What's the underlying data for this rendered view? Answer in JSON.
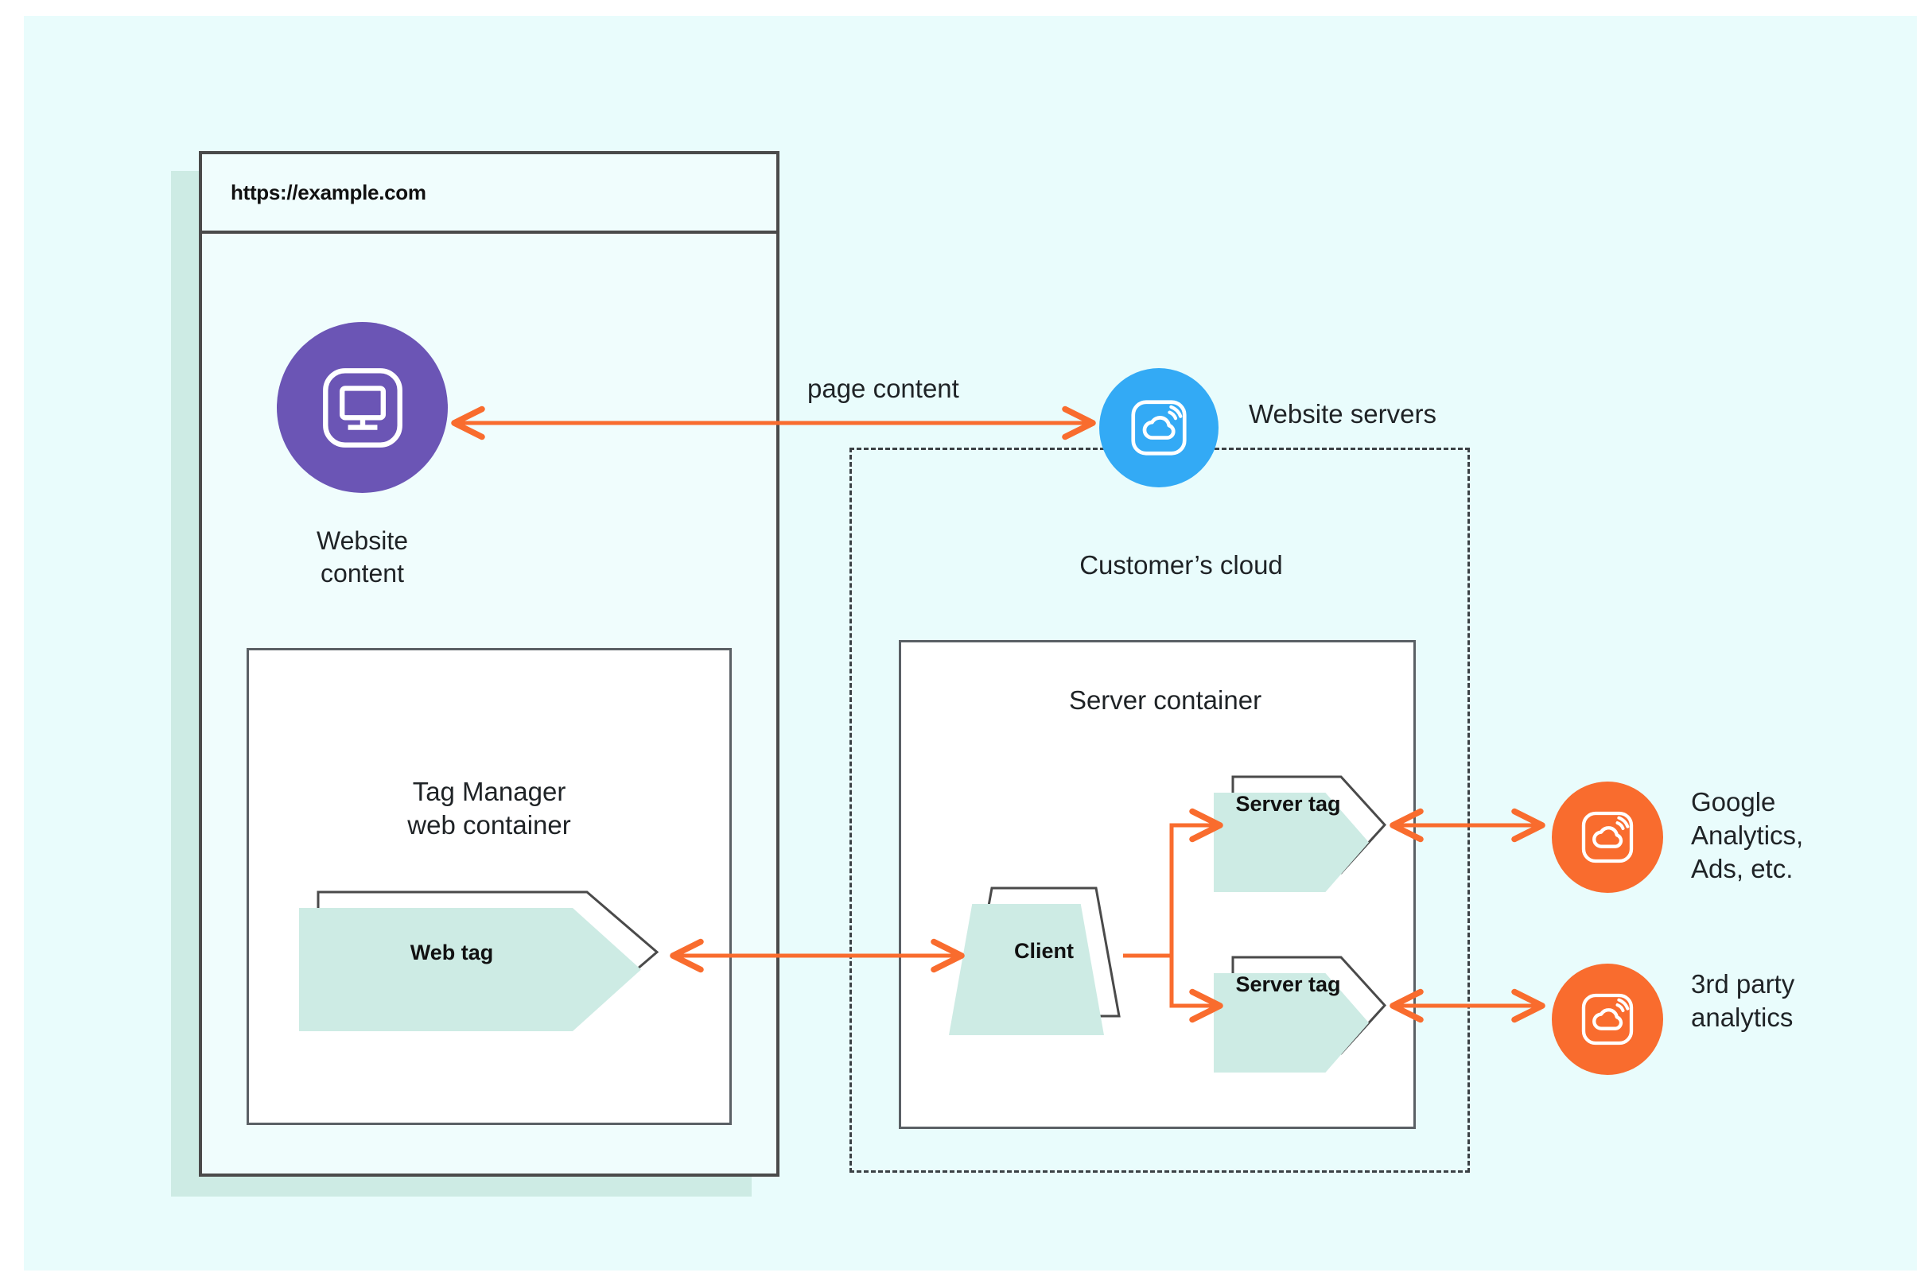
{
  "colors": {
    "background": "#e9fcfc",
    "browser_bg": "#f0fdfd",
    "mint_shadow": "#cdebe4",
    "purple": "#6b55b5",
    "blue": "#33aaf5",
    "orange": "#f96c2e",
    "arrow": "#f96c2e",
    "outline": "#4a4a4a",
    "text": "#1f2326"
  },
  "browser": {
    "url": "https://example.com"
  },
  "nodes": {
    "website_content": {
      "label": "Website\ncontent",
      "icon": "monitor-icon"
    },
    "website_servers": {
      "label": "Website servers",
      "icon": "cloud-server-icon"
    },
    "google_analytics": {
      "label": "Google\nAnalytics,\nAds, etc.",
      "icon": "cloud-server-icon"
    },
    "third_party": {
      "label": "3rd party\nanalytics",
      "icon": "cloud-server-icon"
    }
  },
  "containers": {
    "customers_cloud": "Customer’s cloud",
    "server_container": "Server container",
    "web_container": "Tag Manager\nweb container"
  },
  "tags": {
    "web_tag": "Web tag",
    "client": "Client",
    "server_tag_1": "Server\ntag",
    "server_tag_2": "Server\ntag"
  },
  "edges": {
    "page_content": "page content"
  }
}
